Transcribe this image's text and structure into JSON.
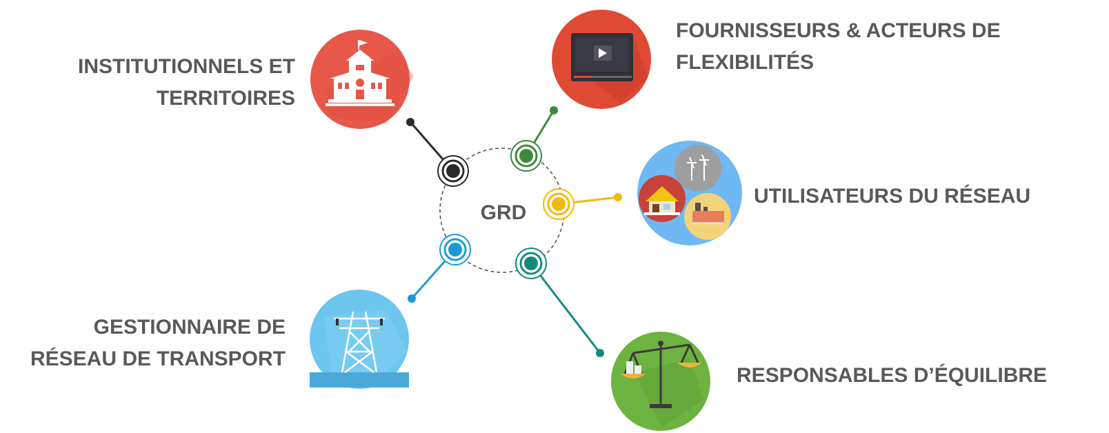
{
  "hub": {
    "label": "GRD"
  },
  "nodes": {
    "institutionnels": {
      "line1": "INSTITUTIONNELS ET",
      "line2": "TERRITOIRES",
      "icon": "school-building-icon",
      "color": "#2b2b2b",
      "icon_bg": "#e8584a"
    },
    "fournisseurs": {
      "line1": "FOURNISSEURS & ACTEURS DE",
      "line2": "FLEXIBILITÉS",
      "icon": "video-player-icon",
      "color": "#3a8a3a",
      "icon_bg": "#e04a35"
    },
    "utilisateurs": {
      "line1": "UTILISATEURS DU RÉSEAU",
      "icon": "house-factory-wind-icon",
      "color": "#f5b800",
      "icon_bg": "#6fb8f3"
    },
    "gestionnaire": {
      "line1": "GESTIONNAIRE DE",
      "line2": "RÉSEAU DE TRANSPORT",
      "icon": "transmission-tower-icon",
      "color": "#1b9bd1",
      "icon_bg": "#6cc6ee"
    },
    "responsables": {
      "line1": "RESPONSABLES D’ÉQUILIBRE",
      "icon": "balance-scale-icon",
      "color": "#138a7c",
      "icon_bg": "#6db33f"
    }
  }
}
